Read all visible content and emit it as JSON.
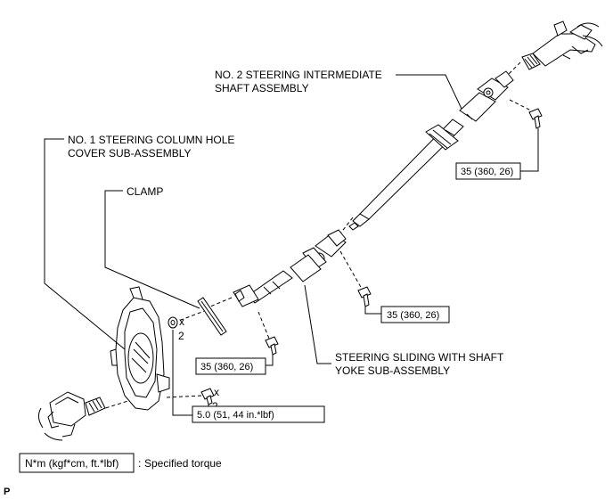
{
  "labels": {
    "intermediate_shaft_line1": "NO. 2 STEERING INTERMEDIATE",
    "intermediate_shaft_line2": "SHAFT ASSEMBLY",
    "hole_cover_line1": "NO. 1 STEERING COLUMN HOLE",
    "hole_cover_line2": "COVER SUB-ASSEMBLY",
    "clamp": "CLAMP",
    "sliding_yoke_line1": "STEERING SLIDING WITH SHAFT",
    "sliding_yoke_line2": "YOKE SUB-ASSEMBLY"
  },
  "torque": {
    "upper_bolt": "35 (360, 26)",
    "middle_bolt": "35 (360, 26)",
    "lower_bolt": "35 (360, 26)",
    "cover_bolt": "5.0 (51, 44 in.*lbf)"
  },
  "quantities": {
    "nut_multiplier": "x",
    "nut_count": "2",
    "bolt_multiplier": "x",
    "bolt_count": "2"
  },
  "legend": {
    "unit": "N*m (kgf*cm, ft.*lbf)",
    "separator": ":",
    "meaning": "Specified torque"
  },
  "corner_mark": "P"
}
